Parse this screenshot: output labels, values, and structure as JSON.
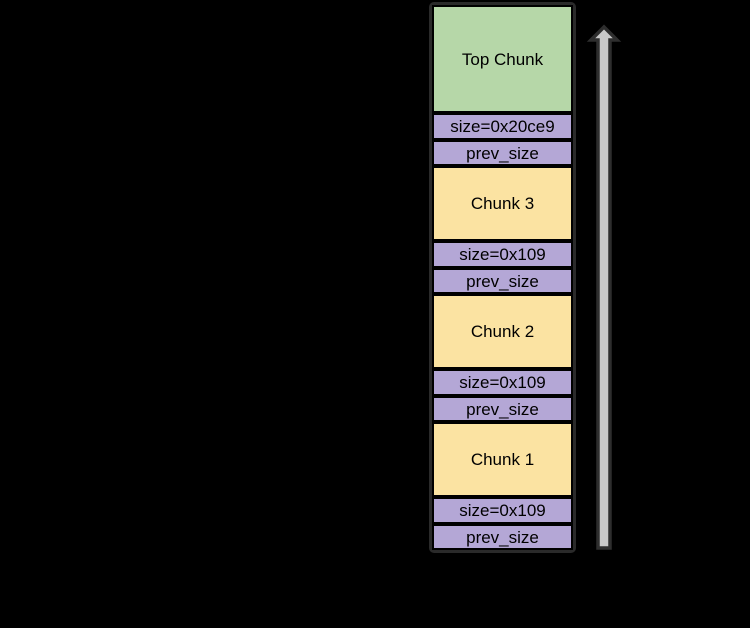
{
  "canvas": {
    "background": "#000000"
  },
  "palette": {
    "top_chunk_fill": "#B6D7A8",
    "chunk_fill": "#FBE3A2",
    "field_fill": "#B4A7D6",
    "box_border": "#000000",
    "outer_border": "#2A2A2A",
    "text_color": "#000000",
    "arrow_fill": "#C8C8C8",
    "arrow_outline": "#2E2E2E"
  },
  "heap_stack": {
    "items": [
      {
        "label": "Top Chunk",
        "kind": "top-chunk"
      },
      {
        "label": "size=0x20ce9",
        "kind": "size-field"
      },
      {
        "label": "prev_size",
        "kind": "prev-size-field"
      },
      {
        "label": "Chunk 3",
        "kind": "chunk"
      },
      {
        "label": "size=0x109",
        "kind": "size-field"
      },
      {
        "label": "prev_size",
        "kind": "prev-size-field"
      },
      {
        "label": "Chunk 2",
        "kind": "chunk"
      },
      {
        "label": "size=0x109",
        "kind": "size-field"
      },
      {
        "label": "prev_size",
        "kind": "prev-size-field"
      },
      {
        "label": "Chunk 1",
        "kind": "chunk"
      },
      {
        "label": "size=0x109",
        "kind": "size-field"
      },
      {
        "label": "prev_size",
        "kind": "prev-size-field"
      }
    ]
  },
  "arrow": {
    "direction": "up"
  }
}
